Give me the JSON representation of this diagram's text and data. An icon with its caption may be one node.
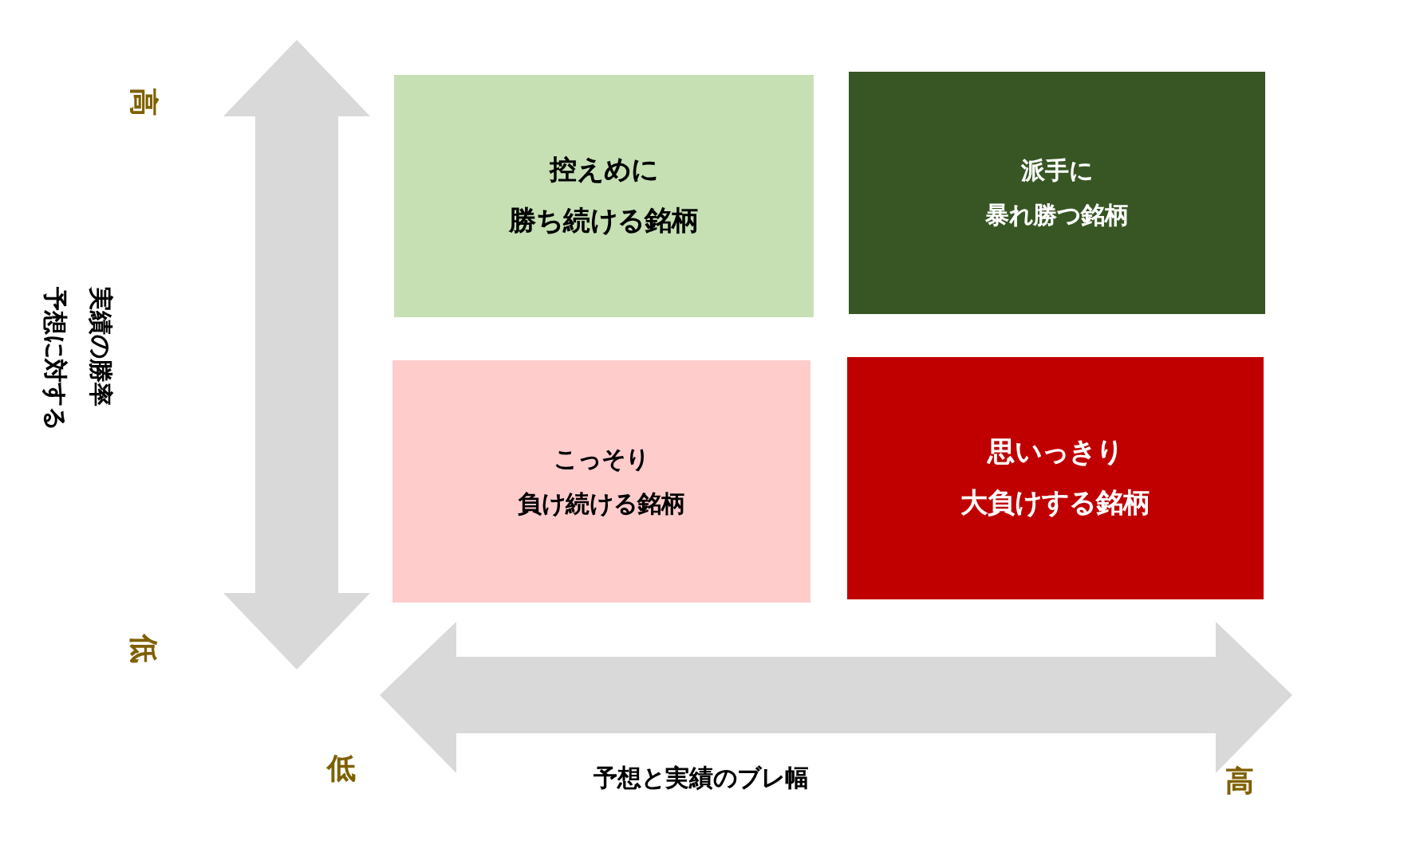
{
  "diagram": {
    "nodes": [
      {
        "text": [
          "控えめに勝ち続ける銘柄"
        ]
      },
      {
        "text": [
          "派手に暴れ勝つ銘柄"
        ]
      },
      {
        "text": [
          "こっそり負け続ける銘柄"
        ]
      },
      {
        "text": [
          "思いっきり大負けする銘柄"
        ]
      }
    ],
    "labels": [
      "高",
      "予想に対する実績の勝率",
      "低",
      "低",
      "予想と実績のブレ幅",
      "高"
    ]
  }
}
